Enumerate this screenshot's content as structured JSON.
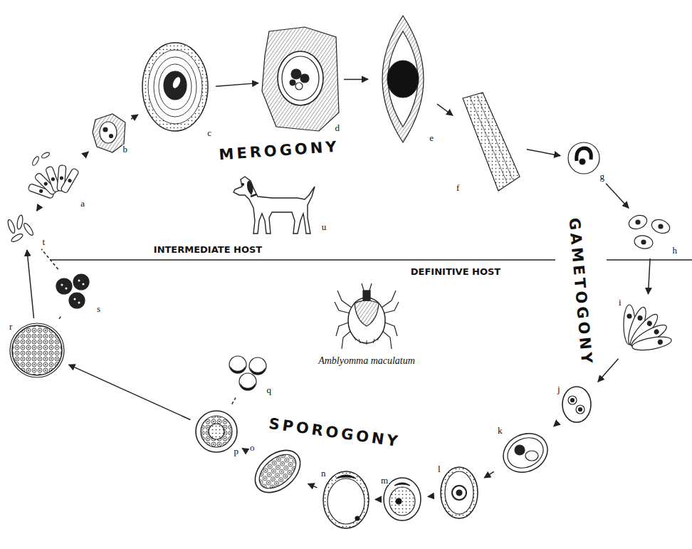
{
  "diagram": {
    "nodes": [
      {
        "text": [
          "a"
        ]
      },
      {
        "text": [
          "b"
        ]
      },
      {
        "text": [
          "c"
        ]
      },
      {
        "text": [
          "d"
        ]
      },
      {
        "text": [
          "e"
        ]
      },
      {
        "text": [
          "f"
        ]
      },
      {
        "text": [
          "g"
        ]
      },
      {
        "text": [
          "h"
        ]
      },
      {
        "text": [
          "i"
        ]
      },
      {
        "text": [
          "j"
        ]
      },
      {
        "text": [
          "k"
        ]
      },
      {
        "text": [
          "l"
        ]
      },
      {
        "text": [
          "m"
        ]
      },
      {
        "text": [
          "n"
        ]
      },
      {
        "text": [
          "o"
        ]
      },
      {
        "text": [
          "p"
        ]
      },
      {
        "text": [
          "q"
        ]
      },
      {
        "text": [
          "r"
        ]
      },
      {
        "text": [
          "s"
        ]
      },
      {
        "text": [
          "t"
        ]
      }
    ],
    "edges": [
      {
        "from": 0,
        "to": 1,
        "arrow": "to"
      },
      {
        "from": 1,
        "to": 2,
        "arrow": "to"
      },
      {
        "from": 2,
        "to": 3,
        "arrow": "to"
      },
      {
        "from": 3,
        "to": 4,
        "arrow": "to"
      },
      {
        "from": 4,
        "to": 5,
        "arrow": "to"
      },
      {
        "from": 5,
        "to": 6,
        "arrow": "to"
      },
      {
        "from": 6,
        "to": 7,
        "arrow": "to"
      },
      {
        "from": 7,
        "to": 8,
        "arrow": "to"
      },
      {
        "from": 8,
        "to": 9,
        "arrow": "to"
      },
      {
        "from": 9,
        "to": 10,
        "arrow": "to"
      },
      {
        "from": 10,
        "to": 11,
        "arrow": "to"
      },
      {
        "from": 11,
        "to": 12,
        "arrow": "to"
      },
      {
        "from": 12,
        "to": 13,
        "arrow": "to"
      },
      {
        "from": 13,
        "to": 14,
        "arrow": "to"
      },
      {
        "from": 14,
        "to": 15,
        "arrow": "to"
      },
      {
        "from": 15,
        "to": 17,
        "arrow": "to"
      },
      {
        "from": 17,
        "to": 19,
        "arrow": "to"
      },
      {
        "from": 19,
        "to": 0,
        "arrow": "to"
      },
      {
        "from": 15,
        "to": 16,
        "arrow": "none"
      },
      {
        "from": 17,
        "to": 18,
        "arrow": "none"
      },
      {
        "from": 18,
        "to": 19,
        "arrow": "none"
      }
    ],
    "labels": [
      "MEROGONY",
      "u",
      "INTERMEDIATE HOST",
      "DEFINITIVE HOST",
      "GAMETOGONY",
      "Amblyomma maculatum",
      "SPOROGONY"
    ]
  }
}
